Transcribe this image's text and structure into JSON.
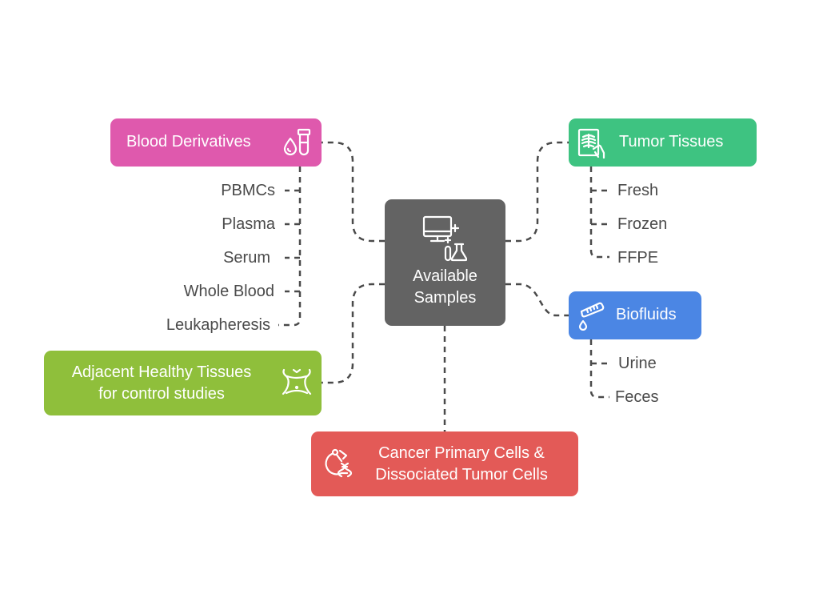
{
  "diagram": {
    "type": "mind-map",
    "center": {
      "label_line1": "Available",
      "label_line2": "Samples",
      "icon": "computer-lab-flask-icon",
      "color": "#636363"
    },
    "branches": [
      {
        "id": "blood",
        "label": "Blood Derivatives",
        "icon": "blood-drop-test-tube-icon",
        "color": "#df59ad",
        "children": [
          "PBMCs",
          "Plasma",
          "Serum",
          "Whole Blood",
          "Leukapheresis"
        ]
      },
      {
        "id": "tumor",
        "label": "Tumor Tissues",
        "icon": "xray-tissue-scan-icon",
        "color": "#3ec381",
        "children": [
          "Fresh",
          "Frozen",
          "FFPE"
        ]
      },
      {
        "id": "biofluids",
        "label": "Biofluids",
        "icon": "pipette-drop-icon",
        "color": "#4b86e4",
        "children": [
          "Urine",
          "Feces"
        ]
      },
      {
        "id": "adjacent",
        "label_line1": "Adjacent Healthy Tissues",
        "label_line2": "for control studies",
        "icon": "torso-abdomen-icon",
        "color": "#8fbf3b",
        "children": []
      },
      {
        "id": "cancer",
        "label_line1": "Cancer Primary Cells &",
        "label_line2": "Dissociated Tumor Cells",
        "icon": "cell-dna-icon",
        "color": "#e35a57",
        "children": []
      }
    ],
    "connector_color": "#4a4a4a"
  }
}
